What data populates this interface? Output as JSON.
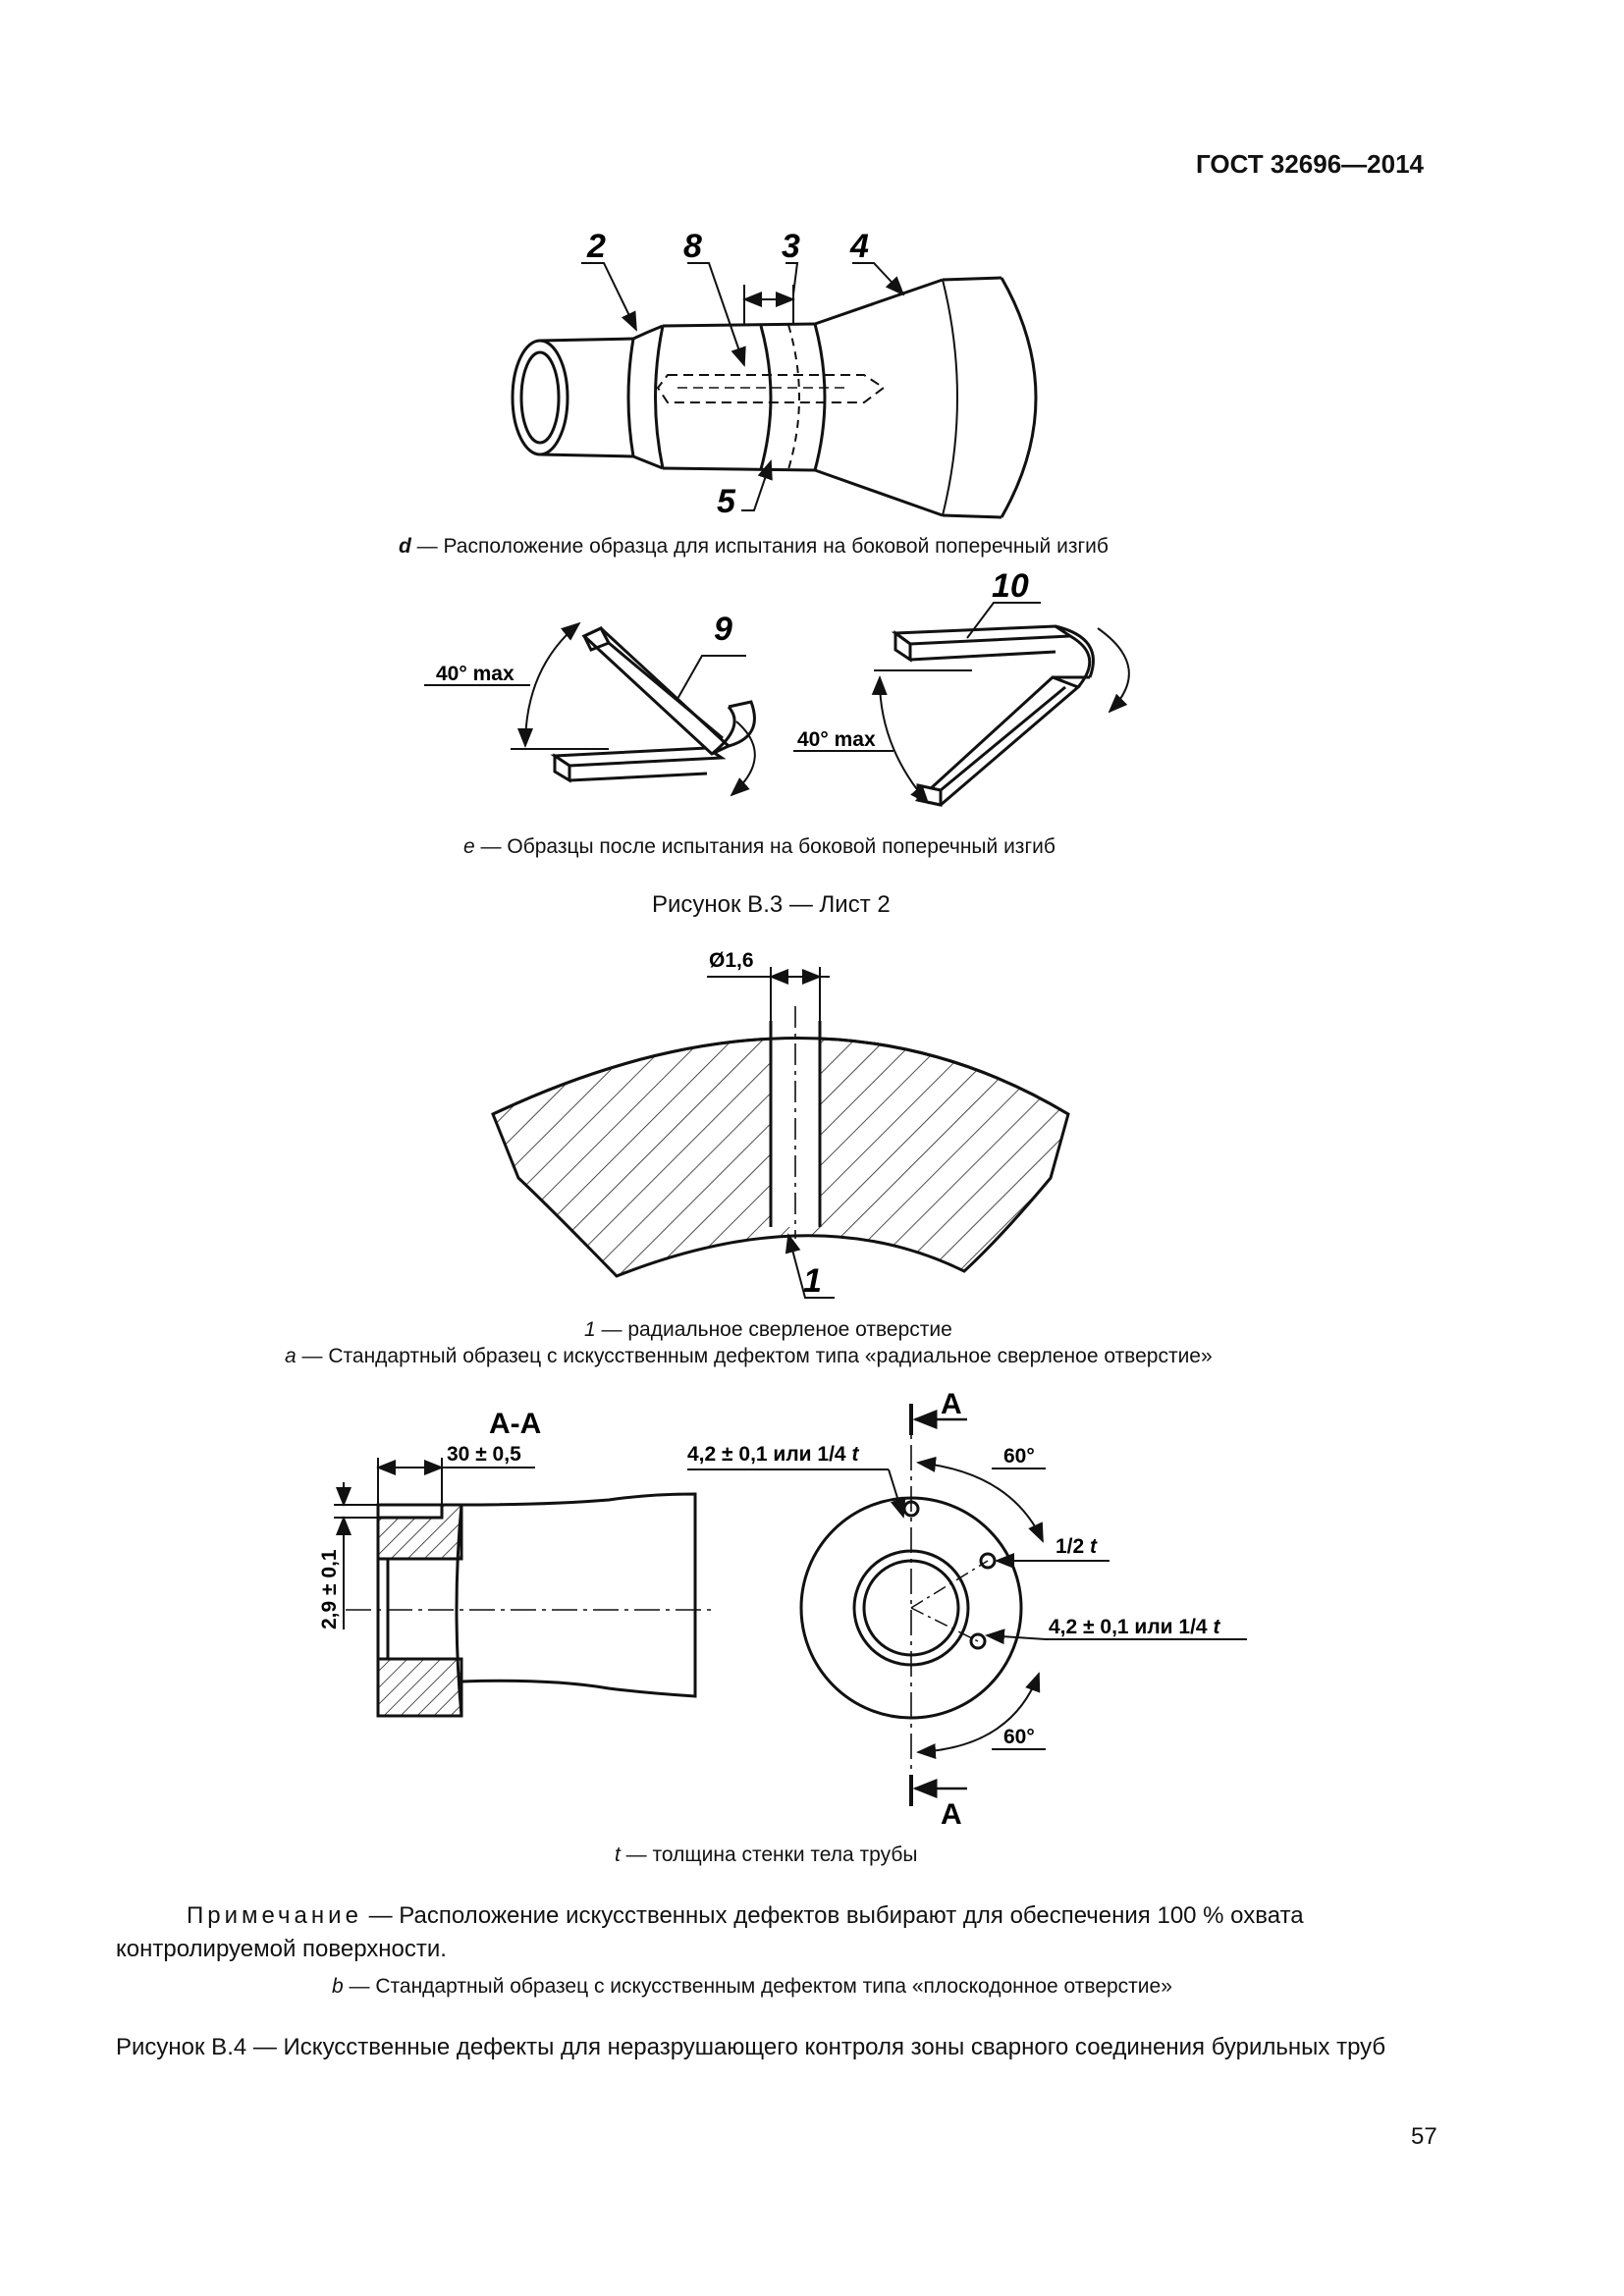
{
  "header": {
    "standard": "ГОСТ 32696—2014"
  },
  "figure_b3": {
    "callouts": [
      "2",
      "8",
      "3",
      "4",
      "5"
    ],
    "caption_d_letter": "d",
    "caption_d_text": " — Расположение образца для испытания на боковой поперечный изгиб",
    "bend_label_left": "9",
    "bend_label_right": "10",
    "angle_left": "40° max",
    "angle_right": "40° max",
    "caption_e_letter": "e",
    "caption_e_text": " — Образцы после испытания на боковой поперечный изгиб",
    "title": "Рисунок В.3 — Лист 2"
  },
  "figure_b4": {
    "diameter": "Ø1,6",
    "callout_1": "1",
    "legend_1_num": "1",
    "legend_1_text": " — радиальное сверленое отверстие",
    "caption_a_letter": "a",
    "caption_a_text": " — Стандартный образец с искусственным дефектом типа «радиальное сверленое отверстие»",
    "section_title": "А-А",
    "dim_30": "30 ± 0,5",
    "dim_29": "2,9 ± 0,1",
    "dim_top": "4,2 ± 0,1 или 1/4",
    "dim_top_t": "t",
    "angle_top": "60°",
    "half_t": "1/2",
    "half_t_t": "t",
    "dim_bottom": "4,2 ± 0,1 или 1/4",
    "dim_bottom_t": "t",
    "angle_bottom": "60°",
    "section_mark_top": "А",
    "section_mark_bottom": "А",
    "legend_t_letter": "t",
    "legend_t_text": " — толщина стенки тела трубы",
    "note_label": "Примечание",
    "note_text": " — Расположение искусственных дефектов выбирают для обеспечения 100 % охвата контролируемой поверхности.",
    "caption_b_letter": "b",
    "caption_b_text": " — Стандартный образец с искусственным дефектом типа «плоскодонное отверстие»",
    "title": "Рисунок В.4 — Искусственные дефекты для неразрушающего контроля зоны сварного соединения бурильных труб"
  },
  "page_number": "57"
}
